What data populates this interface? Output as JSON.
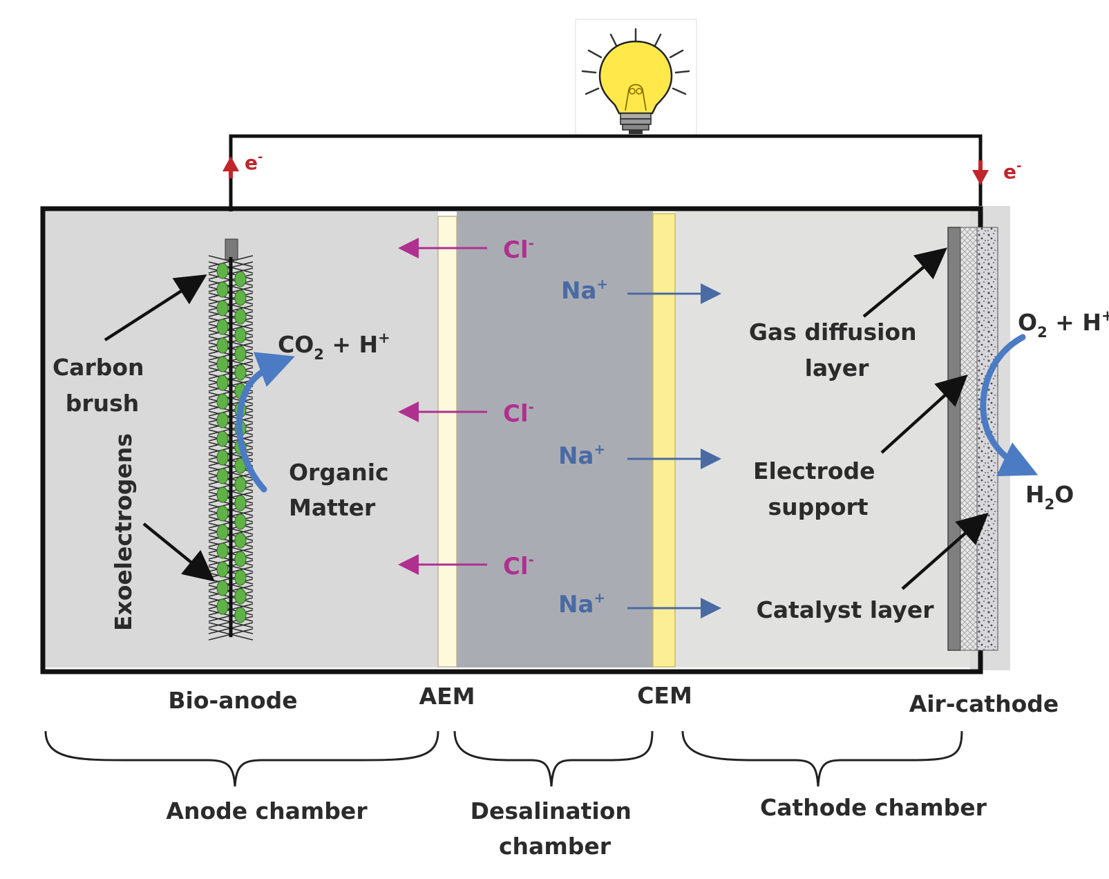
{
  "colors": {
    "anode_chamber": "#d9d9d9",
    "desalination_chamber": "#a9adb3",
    "cathode_chamber": "#e1e2e0",
    "aem": "#fff9dc",
    "cem": "#fbee94",
    "chloride": "#b0308f",
    "sodium": "#4a6aa3",
    "electron": "#c0262c",
    "microbe": "#5fb246",
    "bulb": "#ffe94a",
    "flow_arrow": "#4b7bc3"
  },
  "icons": {
    "bulb": "light-bulb-icon",
    "brush": "carbon-brush-icon"
  },
  "circuit": {
    "electron_left": {
      "base": "e",
      "sup": "-"
    },
    "electron_right": {
      "base": "e",
      "sup": "-"
    }
  },
  "anode": {
    "carbon_brush": [
      "Carbon",
      "brush"
    ],
    "exoelectrogens": "Exoelectrogens",
    "product": {
      "a": "CO",
      "a_sub": "2",
      "b": " + H",
      "b_sup": "+"
    },
    "organic_matter": [
      "Organic",
      "Matter"
    ]
  },
  "ions": {
    "cl": [
      {
        "base": "Cl",
        "sup": "-"
      },
      {
        "base": "Cl",
        "sup": "-"
      },
      {
        "base": "Cl",
        "sup": "-"
      }
    ],
    "na": [
      {
        "base": "Na",
        "sup": "+"
      },
      {
        "base": "Na",
        "sup": "+"
      },
      {
        "base": "Na",
        "sup": "+"
      }
    ]
  },
  "cathode": {
    "gas_diffusion_layer": [
      "Gas diffusion",
      "layer"
    ],
    "electrode_support": [
      "Electrode",
      "support"
    ],
    "catalyst_layer": "Catalyst layer",
    "reactant": {
      "a": "O",
      "a_sub": "2",
      "b": " + H",
      "b_sup": "+"
    },
    "product": {
      "a": "H",
      "a_sub": "2",
      "b": "O"
    }
  },
  "labels": {
    "bio_anode": "Bio-anode",
    "aem": "AEM",
    "cem": "CEM",
    "air_cathode": "Air-cathode",
    "anode_chamber": "Anode chamber",
    "desalination_chamber": [
      "Desalination",
      "chamber"
    ],
    "cathode_chamber": "Cathode chamber"
  }
}
